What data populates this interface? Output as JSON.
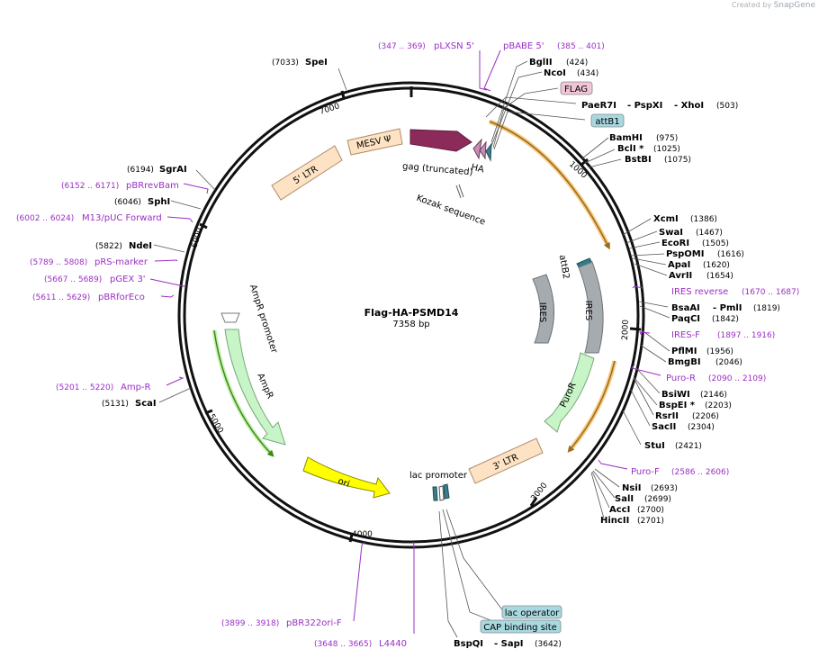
{
  "credit": {
    "prefix": "Created by",
    "brand": "SnapGene"
  },
  "plasmid": {
    "name": "Flag-HA-PSMD14",
    "size_label": "7358 bp"
  },
  "ticks": [
    "1000",
    "2000",
    "3000",
    "4000",
    "5000",
    "6000",
    "7000"
  ],
  "features": [
    {
      "id": "ltr5",
      "label": "5' LTR"
    },
    {
      "id": "mesv",
      "label": "MESV Ψ"
    },
    {
      "id": "gag",
      "label": "gag (truncated)"
    },
    {
      "id": "ha",
      "label": "HA"
    },
    {
      "id": "kozak",
      "label": "Kozak sequence"
    },
    {
      "id": "attb2",
      "label": "attB2"
    },
    {
      "id": "ires_inner",
      "label": "IRES"
    },
    {
      "id": "ires_outer",
      "label": "IRES"
    },
    {
      "id": "puror",
      "label": "PuroR"
    },
    {
      "id": "ltr3",
      "label": "3' LTR"
    },
    {
      "id": "lacp",
      "label": "lac promoter"
    },
    {
      "id": "ori",
      "label": "ori"
    },
    {
      "id": "ampr",
      "label": "AmpR"
    },
    {
      "id": "amprp",
      "label": "AmpR promoter"
    }
  ],
  "boxed_labels": [
    {
      "id": "flag",
      "label": "FLAG"
    },
    {
      "id": "attb1",
      "label": "attB1"
    },
    {
      "id": "lacop",
      "label": "lac operator"
    },
    {
      "id": "cap",
      "label": "CAP binding site"
    }
  ],
  "sites": [
    {
      "name": "SpeI",
      "pos": "(7033)"
    },
    {
      "name": "BglII",
      "pos": "(424)"
    },
    {
      "name": "NcoI",
      "pos": "(434)"
    },
    {
      "name": "PaeR7I",
      "pos": ""
    },
    {
      "name": "- PspXI",
      "pos": ""
    },
    {
      "name": "- XhoI",
      "pos": "(503)"
    },
    {
      "name": "BamHI",
      "pos": "(975)"
    },
    {
      "name": "BclI *",
      "pos": "(1025)"
    },
    {
      "name": "BstBI",
      "pos": "(1075)"
    },
    {
      "name": "XcmI",
      "pos": "(1386)"
    },
    {
      "name": "SwaI",
      "pos": "(1467)"
    },
    {
      "name": "EcoRI",
      "pos": "(1505)"
    },
    {
      "name": "PspOMI",
      "pos": "(1616)"
    },
    {
      "name": "ApaI",
      "pos": "(1620)"
    },
    {
      "name": "AvrII",
      "pos": "(1654)"
    },
    {
      "name": "BsaAI",
      "pos": "(1819)"
    },
    {
      "name": "- PmlI",
      "pos": ""
    },
    {
      "name": "PaqCI",
      "pos": "(1842)"
    },
    {
      "name": "PflMI",
      "pos": "(1956)"
    },
    {
      "name": "BmgBI",
      "pos": "(2046)"
    },
    {
      "name": "BsiWI",
      "pos": "(2146)"
    },
    {
      "name": "BspEI *",
      "pos": "(2203)"
    },
    {
      "name": "RsrII",
      "pos": "(2206)"
    },
    {
      "name": "SacII",
      "pos": "(2304)"
    },
    {
      "name": "StuI",
      "pos": "(2421)"
    },
    {
      "name": "NsiI",
      "pos": "(2693)"
    },
    {
      "name": "SalI",
      "pos": "(2699)"
    },
    {
      "name": "AccI",
      "pos": "(2700)"
    },
    {
      "name": "HincII",
      "pos": "(2701)"
    },
    {
      "name": "BspQI",
      "pos": ""
    },
    {
      "name": "- SapI",
      "pos": "(3642)"
    },
    {
      "name": "ScaI",
      "pos": "(5131)"
    },
    {
      "name": "NdeI",
      "pos": "(5822)"
    },
    {
      "name": "SphI",
      "pos": "(6046)"
    },
    {
      "name": "SgrAI",
      "pos": "(6194)"
    }
  ],
  "primers": [
    {
      "name": "pLXSN 5'",
      "pos": "(347 .. 369)"
    },
    {
      "name": "pBABE 5'",
      "pos": "(385 .. 401)"
    },
    {
      "name": "IRES reverse",
      "pos": "(1670 .. 1687)"
    },
    {
      "name": "IRES-F",
      "pos": "(1897 .. 1916)"
    },
    {
      "name": "Puro-R",
      "pos": "(2090 .. 2109)"
    },
    {
      "name": "Puro-F",
      "pos": "(2586 .. 2606)"
    },
    {
      "name": "pBR322ori-F",
      "pos": "(3899 .. 3918)"
    },
    {
      "name": "L4440",
      "pos": "(3648 .. 3665)"
    },
    {
      "name": "Amp-R",
      "pos": "(5201 .. 5220)"
    },
    {
      "name": "pBRforEco",
      "pos": "(5611 .. 5629)"
    },
    {
      "name": "pGEX 3'",
      "pos": "(5667 .. 5689)"
    },
    {
      "name": "pRS-marker",
      "pos": "(5789 .. 5808)"
    },
    {
      "name": "M13/pUC Forward",
      "pos": "(6002 .. 6024)"
    },
    {
      "name": "pBRrevBam",
      "pos": "(6152 .. 6171)"
    }
  ]
}
